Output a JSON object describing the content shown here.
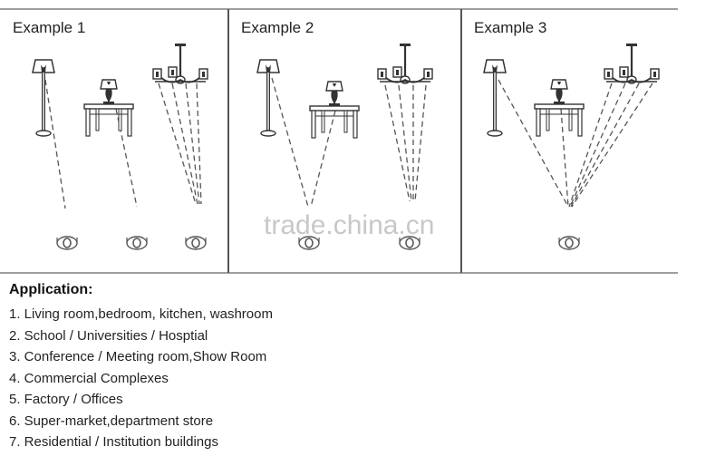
{
  "panels": [
    {
      "title": "Example 1"
    },
    {
      "title": "Example 2"
    },
    {
      "title": "Example 3"
    }
  ],
  "watermark": "trade.china.cn",
  "application": {
    "heading": "Application:",
    "items": [
      "1. Living room,bedroom, kitchen, washroom",
      "2. School / Universities / Hosptial",
      "3. Conference / Meeting room,Show Room",
      "4. Commercial Complexes",
      "5. Factory / Offices",
      "6. Super-market,department store",
      "7. Residential / Institution buildings"
    ]
  },
  "icons": [
    "floor-lamp-icon",
    "table-lamp-icon",
    "chandelier-icon",
    "sensor-icon"
  ]
}
